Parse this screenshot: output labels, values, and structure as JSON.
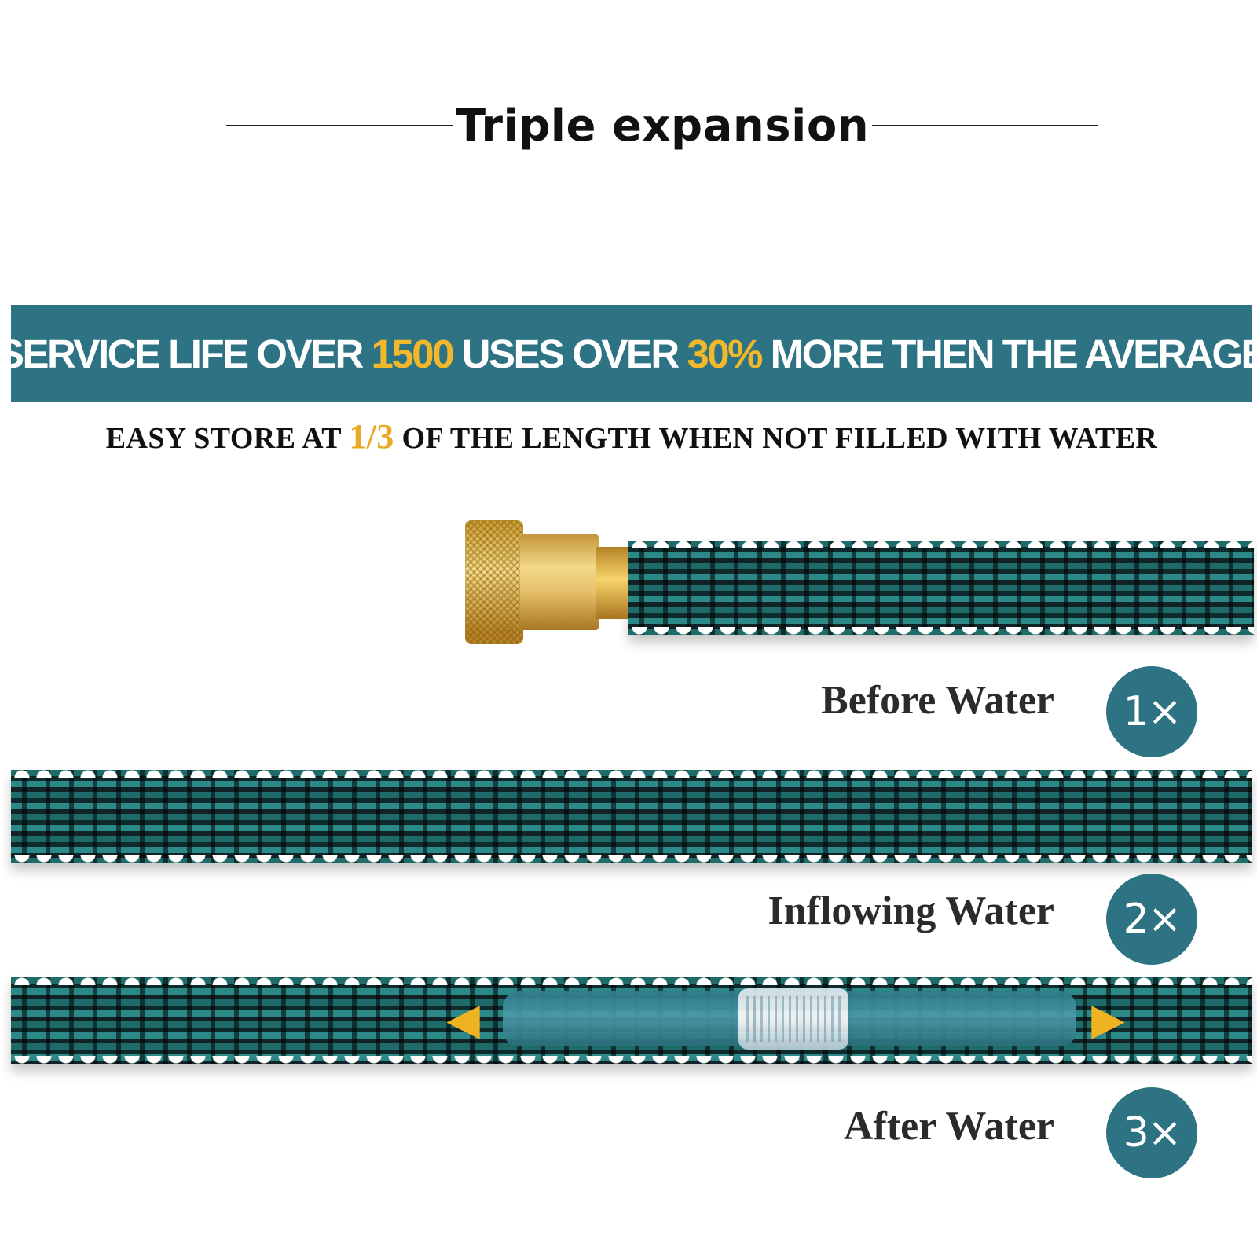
{
  "title": "Triple expansion",
  "banner": {
    "part1": "SERVICE LIFE OVER ",
    "uses": "1500",
    "part2": " USES OVER ",
    "percent": "30%",
    "part3": " MORE THEN THE AVERAGE"
  },
  "storage": {
    "part1": "EASY STORE AT ",
    "fraction": "1/3",
    "part2": " OF THE LENGTH WHEN NOT FILLED WITH WATER"
  },
  "stages": [
    {
      "label": "Before Water",
      "multiplier": "1×"
    },
    {
      "label": "Inflowing Water",
      "multiplier": "2×"
    },
    {
      "label": "After Water",
      "multiplier": "3×"
    }
  ],
  "colors": {
    "teal": "#2e7384",
    "accent": "#f1b82b",
    "brass": "#e7c06a"
  },
  "icons": [
    "arrow-left-icon",
    "arrow-right-icon"
  ]
}
